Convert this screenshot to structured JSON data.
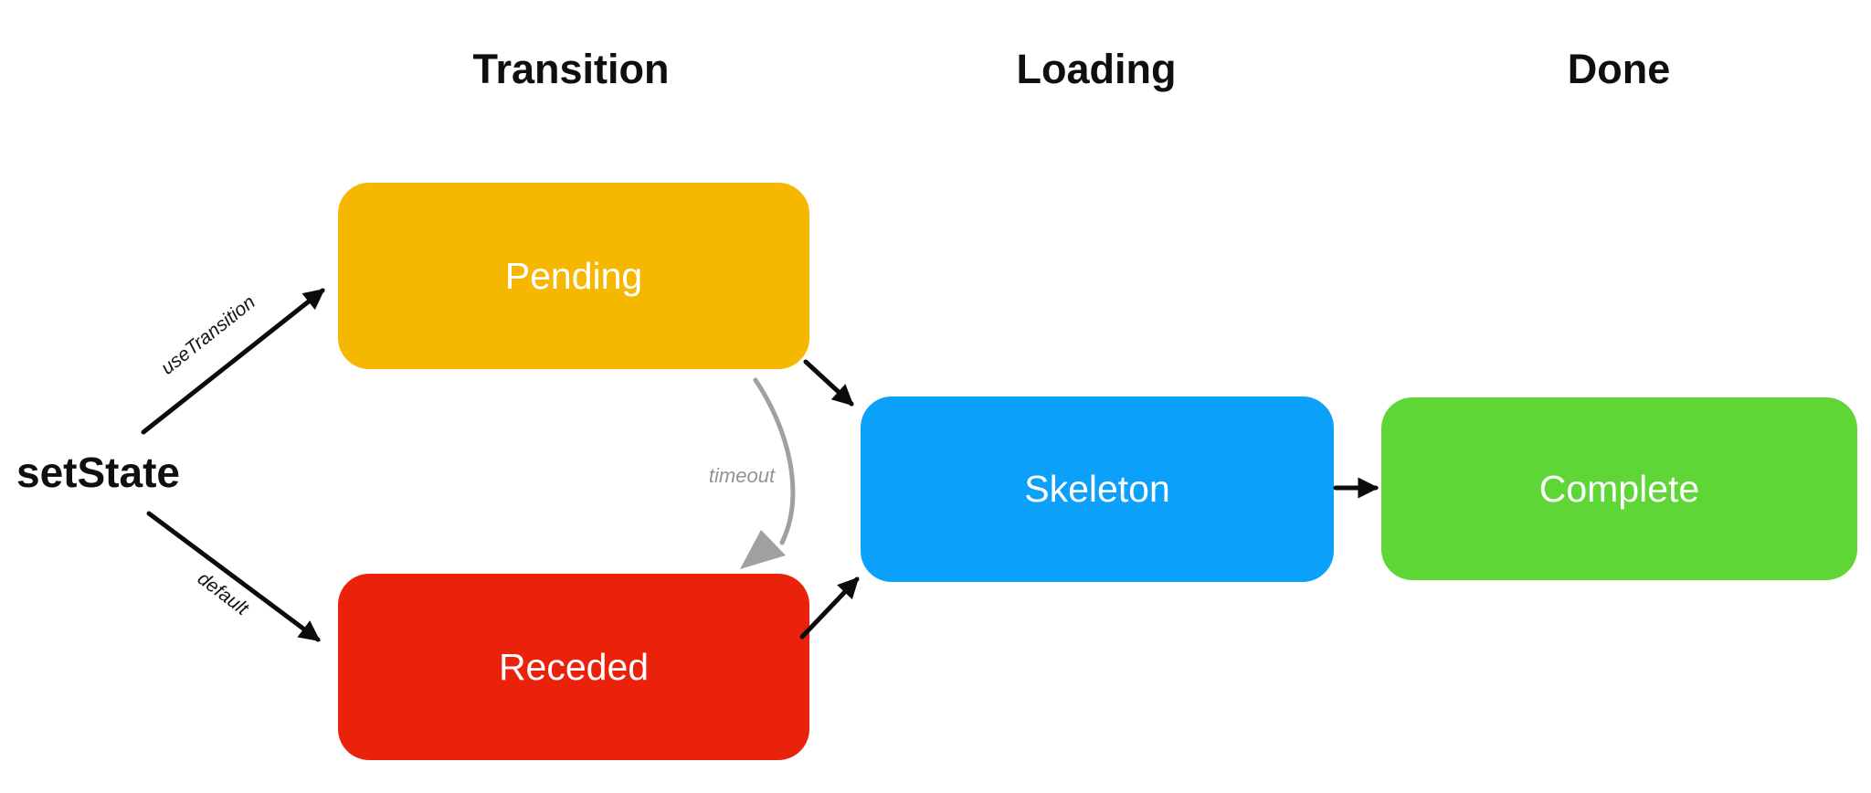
{
  "diagram": {
    "title_columns": {
      "transition": "Transition",
      "loading": "Loading",
      "done": "Done"
    },
    "source": {
      "label": "setState"
    },
    "nodes": [
      {
        "id": "pending",
        "label": "Pending",
        "color": "#f5b700"
      },
      {
        "id": "receded",
        "label": "Receded",
        "color": "#ea220c"
      },
      {
        "id": "skeleton",
        "label": "Skeleton",
        "color": "#0ba1fa"
      },
      {
        "id": "complete",
        "label": "Complete",
        "color": "#5dd636"
      }
    ],
    "edges": {
      "use_transition_label": "useTransition",
      "default_label": "default",
      "timeout_label": "timeout"
    },
    "colors": {
      "arrow": "#0b0b0b",
      "edge_text": "#141414",
      "timeout_arrow": "#a0a0a0",
      "timeout_text": "#949494",
      "node_text": "#ffffff",
      "background": "#ffffff",
      "header_text": "#0f0f0f"
    }
  }
}
